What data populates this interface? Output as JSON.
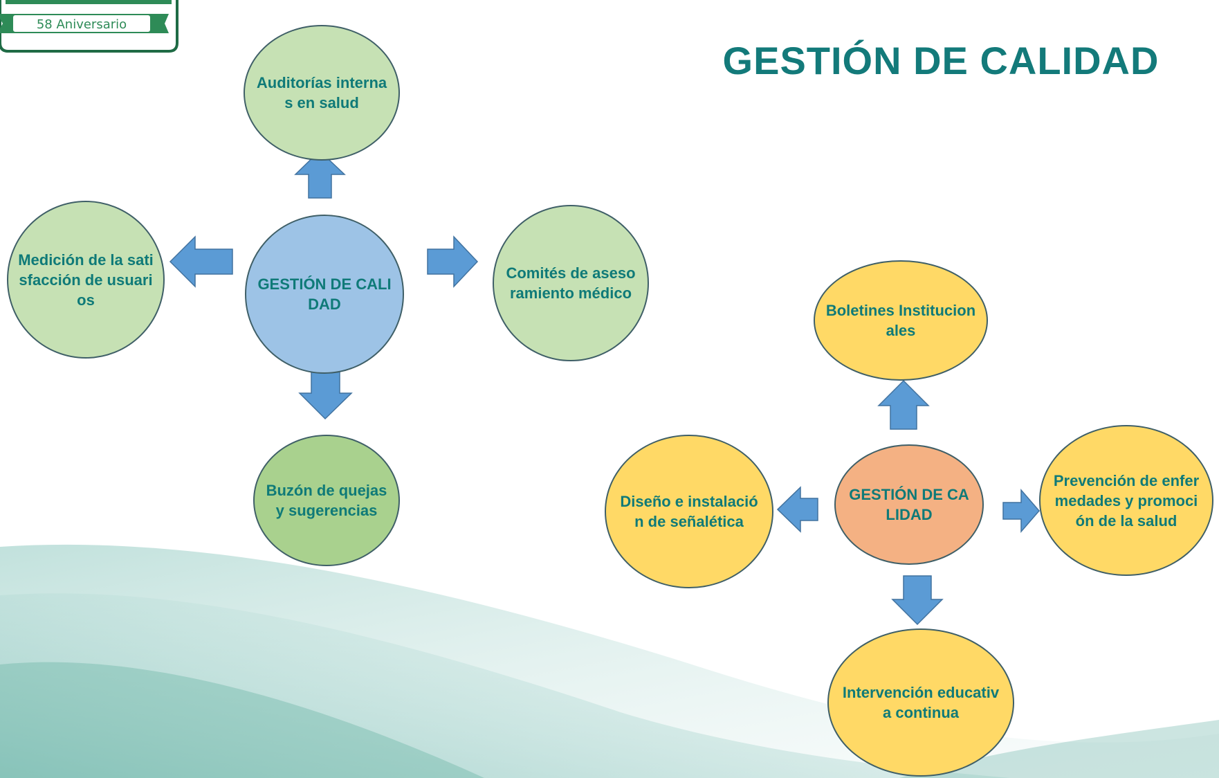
{
  "title": "GESTIÓN DE CALIDAD",
  "logo": {
    "caption": "58 Aniversario"
  },
  "colors": {
    "title": "#137a7a",
    "node_text": "#0f7a78",
    "arrow": "#5b9bd5",
    "green": "#c6e1b4",
    "green_dark": "#a9d18e",
    "blue": "#9dc3e6",
    "yellow": "#ffd966",
    "salmon": "#f4b183"
  },
  "diagram_left": {
    "center": "GESTIÓN DE CALIDAD",
    "top": "Auditorías internas en salud",
    "left": "Medición de la satisfacción de usuarios",
    "right": "Comités de asesoramiento médico",
    "bottom": "Buzón de quejas y sugerencias"
  },
  "diagram_right": {
    "center": "GESTIÓN DE CALIDAD",
    "top": "Boletines Institucionales",
    "left": "Diseño e instalación de señalética",
    "right": "Prevención de enfermedades y promoción de la salud",
    "bottom": "Intervención educativa continua"
  }
}
